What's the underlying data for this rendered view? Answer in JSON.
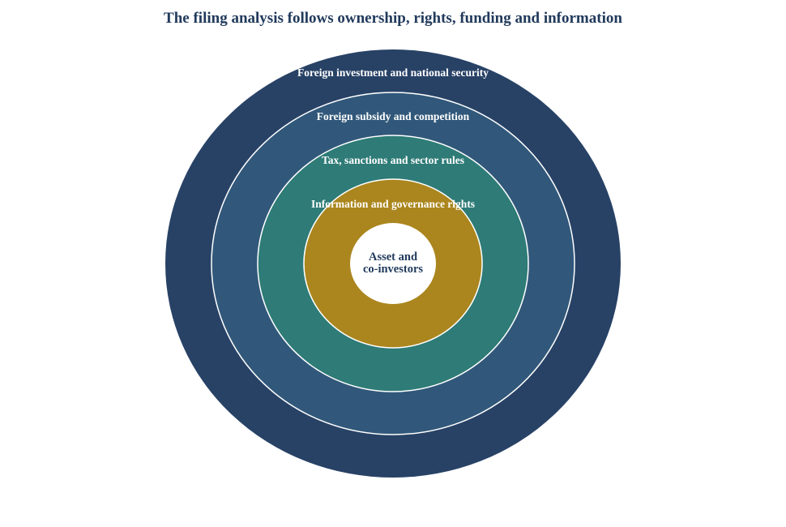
{
  "title": "The filing analysis follows ownership, rights, funding and information",
  "rings": [
    {
      "label": "Foreign investment and national security",
      "color": "#284266"
    },
    {
      "label": "Foreign subsidy and competition",
      "color": "#31587a"
    },
    {
      "label": "Tax, sanctions and sector rules",
      "color": "#2e7b77"
    },
    {
      "label": "Information and governance rights",
      "color": "#ab861e"
    }
  ],
  "core": {
    "lines": [
      "Asset and",
      "co-investors"
    ],
    "color": "#ffffff",
    "text_color": "#213a5c"
  },
  "ring_border_color": "#ffffff"
}
